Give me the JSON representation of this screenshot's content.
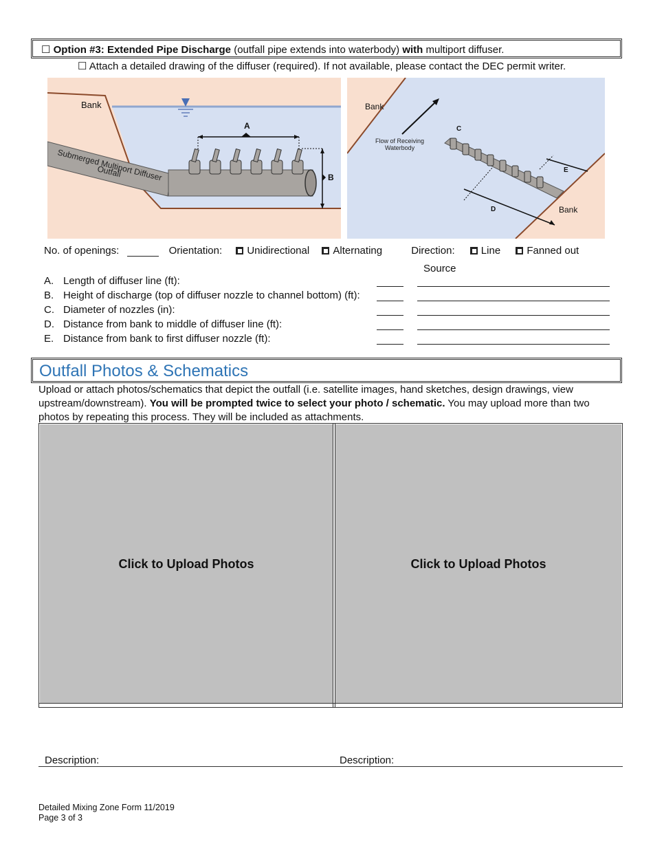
{
  "option": {
    "checkbox": "☐",
    "title": "Option #3: Extended Pipe Discharge",
    "desc1": " (outfall pipe extends into waterbody) ",
    "with": "with",
    "desc2": " multiport diffuser."
  },
  "attach": {
    "checkbox": "☐",
    "text": " Attach a detailed drawing of the diffuser (required). If not available, please contact the DEC permit writer."
  },
  "diagram_left": {
    "bank": "Bank",
    "label_a": "A",
    "label_b": "B",
    "outfall_line1": "Submerged Multiport Diffuser",
    "outfall_line2": "Outfall"
  },
  "diagram_right": {
    "bank_top": "Bank",
    "bank_bottom": "Bank",
    "flow_line1": "Flow of Receiving",
    "flow_line2": "Waterbody",
    "label_c": "C",
    "label_d": "D",
    "label_e": "E"
  },
  "openings": {
    "label": "No. of openings:",
    "orientation": "Orientation:",
    "unidirectional": "Unidirectional",
    "alternating": "Alternating",
    "direction": "Direction:",
    "line": "Line",
    "fanned": "Fanned out"
  },
  "source_label": "Source",
  "measures": [
    {
      "letter": "A.",
      "text": "Length of diffuser line (ft):"
    },
    {
      "letter": "B.",
      "text": "Height of discharge (top of diffuser nozzle to channel bottom) (ft):"
    },
    {
      "letter": "C.",
      "text": "Diameter of nozzles (in):"
    },
    {
      "letter": "D.",
      "text": "Distance from bank to middle of diffuser line (ft):"
    },
    {
      "letter": "E.",
      "text": "Distance from bank to first diffuser nozzle (ft):"
    }
  ],
  "photos": {
    "heading": "Outfall Photos & Schematics",
    "intro1": "Upload or attach photos/schematics that depict the outfall (i.e. satellite images, hand sketches, design drawings, view upstream/downstream). ",
    "intro_bold": "You will be prompted twice to select your photo / schematic.",
    "intro2": " You may upload more than two photos by repeating this process. They will be included as attachments.",
    "upload_left": "Click to Upload Photos",
    "upload_right": "Click to Upload Photos",
    "desc_left": "Description:",
    "desc_right": "Description:"
  },
  "footer": {
    "form": "Detailed Mixing Zone Form 11/2019",
    "page": "Page 3 of 3"
  },
  "colors": {
    "heading_blue": "#2e74b5",
    "water": "#d6e0f2",
    "soil": "#f9dfcf",
    "upload_gray": "#c0c0c0"
  }
}
